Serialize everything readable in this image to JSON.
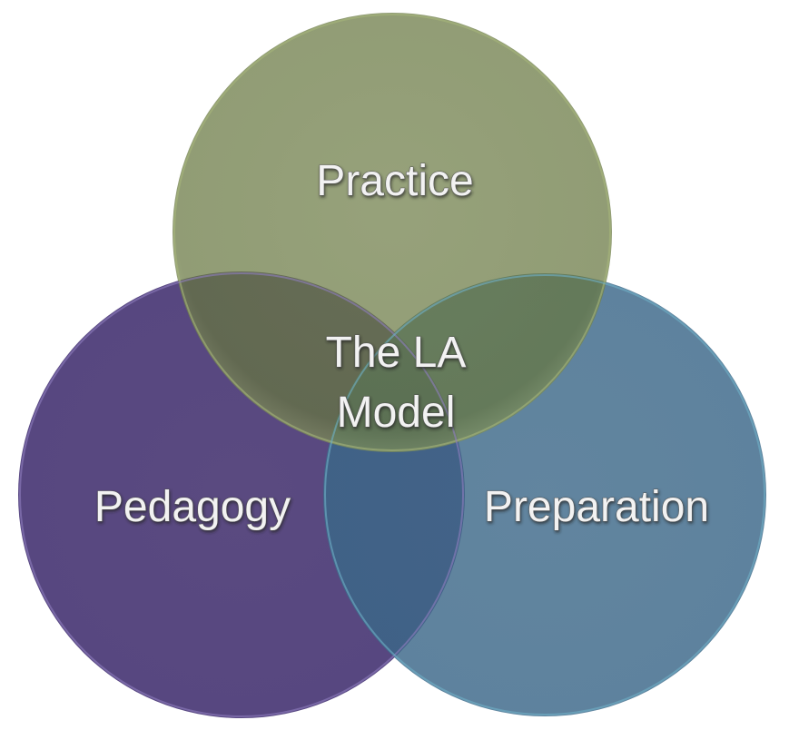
{
  "diagram": {
    "type": "venn",
    "circles": [
      {
        "label": "Practice",
        "color": "#6b7b45"
      },
      {
        "label": "Pedagogy",
        "color": "#5b4a82"
      },
      {
        "label": "Preparation",
        "color": "#3d6a8a"
      }
    ],
    "center_label_line1": "The LA",
    "center_label_line2": "Model"
  }
}
